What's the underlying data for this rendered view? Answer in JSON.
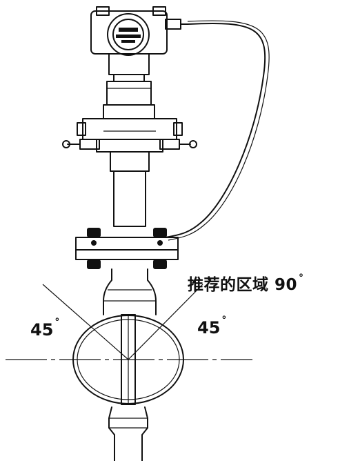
{
  "labels": {
    "recommended_zone": "推荐的区域 90",
    "angle_left": "45",
    "angle_right": "45",
    "degree_symbol": "°"
  },
  "colors": {
    "ink": "#111111",
    "background": "#ffffff"
  },
  "icons": {
    "transmitter": "pressure-transmitter-icon"
  }
}
